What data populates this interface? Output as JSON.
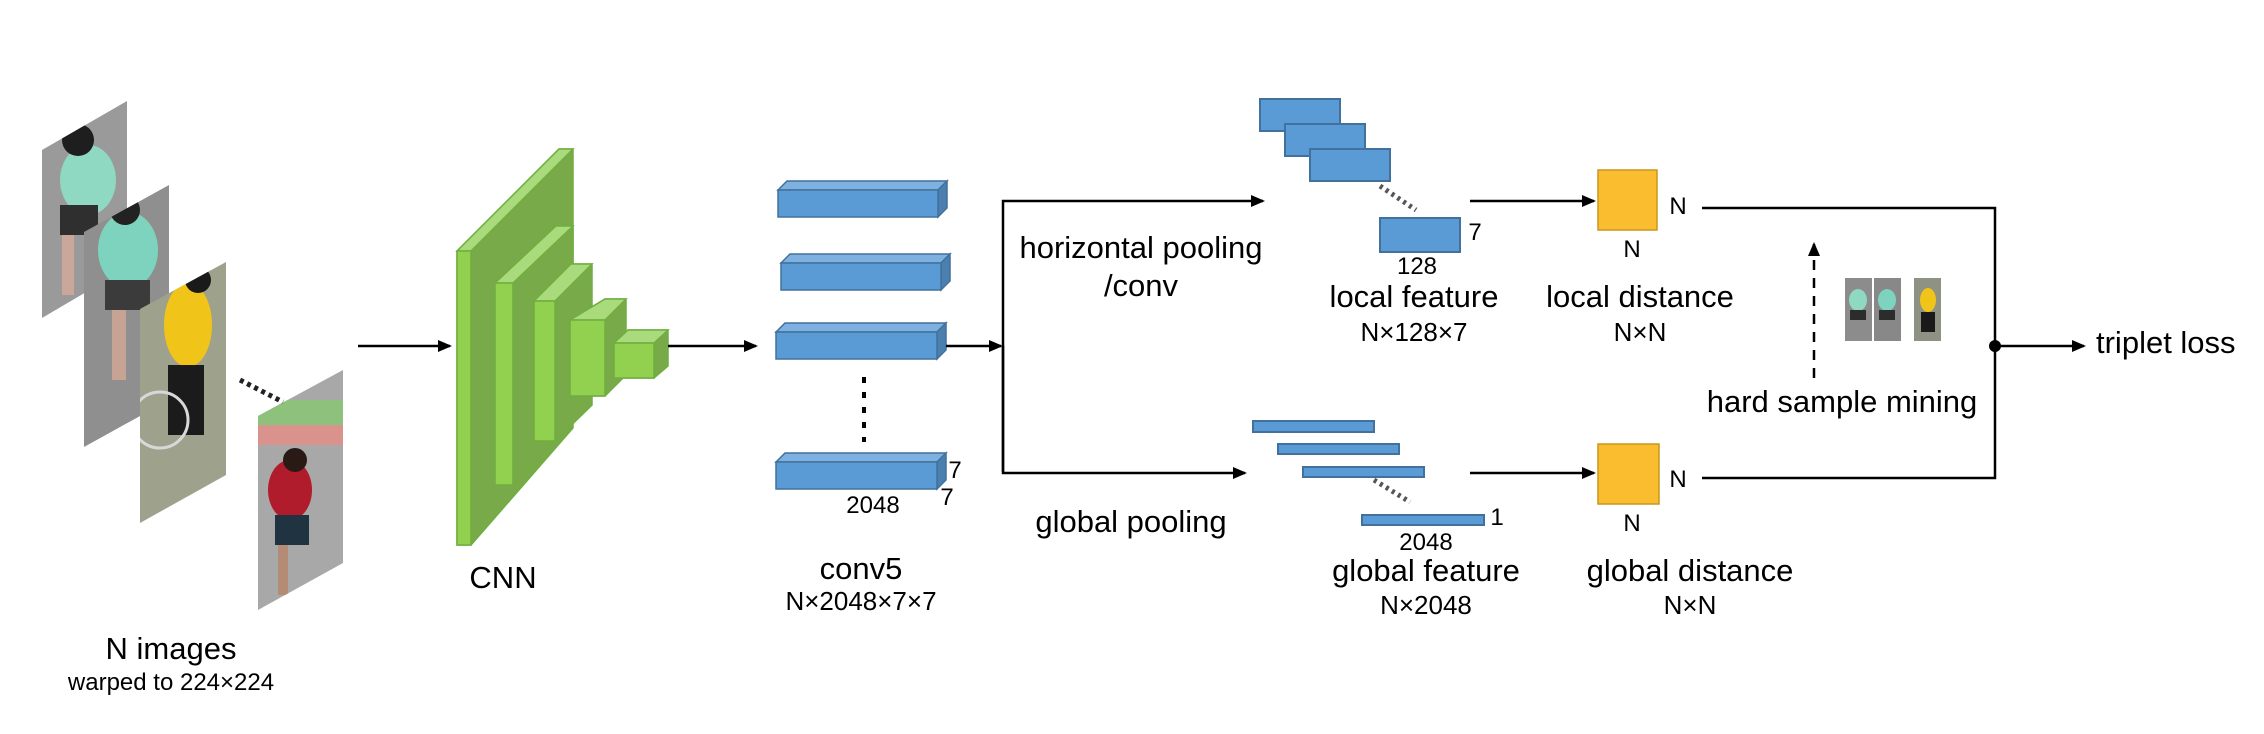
{
  "colors": {
    "cnn_front": "#92d050",
    "cnn_side": "#79aa49",
    "cnn_top": "#a9da7b",
    "cnn_stroke": "#6fae3f",
    "feature_fill": "#5b9bd5",
    "feature_top": "#7eb1e0",
    "feature_side": "#4a7fb0",
    "feature_stroke": "#41719c",
    "distance_fill": "#fbbd30",
    "distance_stroke": "#c9961c",
    "line": "#000000"
  },
  "input": {
    "title": "N images",
    "subtitle": "warped to 224×224",
    "images": [
      {
        "name": "person-mint-shirt-back",
        "shirt": "#8fd8c2",
        "bg": "#9a9a9a"
      },
      {
        "name": "person-mint-shirt-front",
        "shirt": "#7dd3bd",
        "bg": "#8f8f8f"
      },
      {
        "name": "person-yellow-shirt",
        "shirt": "#f0c419",
        "bg": "#9ea28d"
      },
      {
        "name": "person-red-shirt",
        "shirt": "#b01c2c",
        "bg": "#a8a8a8"
      }
    ]
  },
  "cnn": {
    "label": "CNN"
  },
  "conv5": {
    "label": "conv5",
    "shape": "N×2048×7×7",
    "dim_width": "2048",
    "dim_height": "7",
    "dim_depth": "7"
  },
  "branches": {
    "horizontal": {
      "line1": "horizontal pooling",
      "line2": "/conv"
    },
    "global": {
      "label": "global pooling"
    }
  },
  "local_feature": {
    "label": "local feature",
    "shape": "N×128×7",
    "dim_width": "128",
    "dim_height": "7"
  },
  "global_feature": {
    "label": "global feature",
    "shape": "N×2048",
    "dim_width": "2048",
    "dim_height": "1"
  },
  "local_distance": {
    "label": "local distance",
    "shape": "N×N",
    "dim_right": "N",
    "dim_bottom": "N"
  },
  "global_distance": {
    "label": "global distance",
    "shape": "N×N",
    "dim_right": "N",
    "dim_bottom": "N"
  },
  "mining": {
    "label": "hard sample mining",
    "samples": [
      {
        "name": "anchor-mint",
        "shirt": "#8fd8c2"
      },
      {
        "name": "positive-mint",
        "shirt": "#7dd3bd"
      },
      {
        "name": "negative-yellow",
        "shirt": "#f0c419"
      }
    ]
  },
  "output": {
    "label": "triplet loss"
  }
}
